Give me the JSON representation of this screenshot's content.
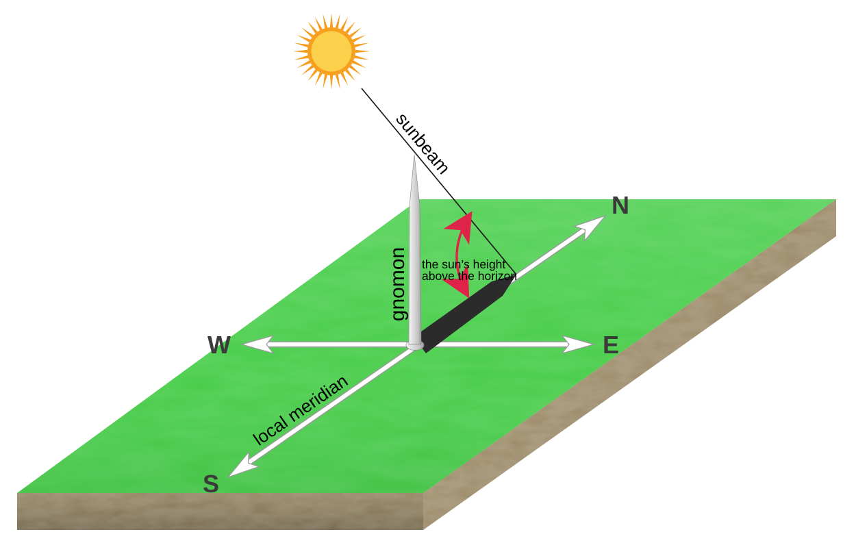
{
  "scene": {
    "compass": {
      "north": "N",
      "east": "E",
      "south": "S",
      "west": "W"
    },
    "labels": {
      "sunbeam": "sunbeam",
      "gnomon": "gnomon",
      "local_meridian": "local meridian",
      "sun_height_line1": "the sun’s height",
      "sun_height_line2": "above the horizon"
    },
    "colors": {
      "grass": "#3ecb40",
      "soil_front_light": "#8d7c57",
      "soil_front_dark": "#6b5d41",
      "soil_side_light": "#a8946a",
      "soil_side_dark": "#79684b",
      "sun_rim": "#f5a01f",
      "sun_disc": "#fbd04a",
      "sun_rays": "#f59e20",
      "shadow": "#2b2b2b",
      "sunbeam_line": "#1a1a1a",
      "angle_arc": "#e02349",
      "compass_text": "#3a3a3a",
      "label_text": "#000000",
      "arrow_fill": "#ffffff",
      "arrow_outline": "#9a9a9a"
    },
    "sun_ray_count": 28
  }
}
